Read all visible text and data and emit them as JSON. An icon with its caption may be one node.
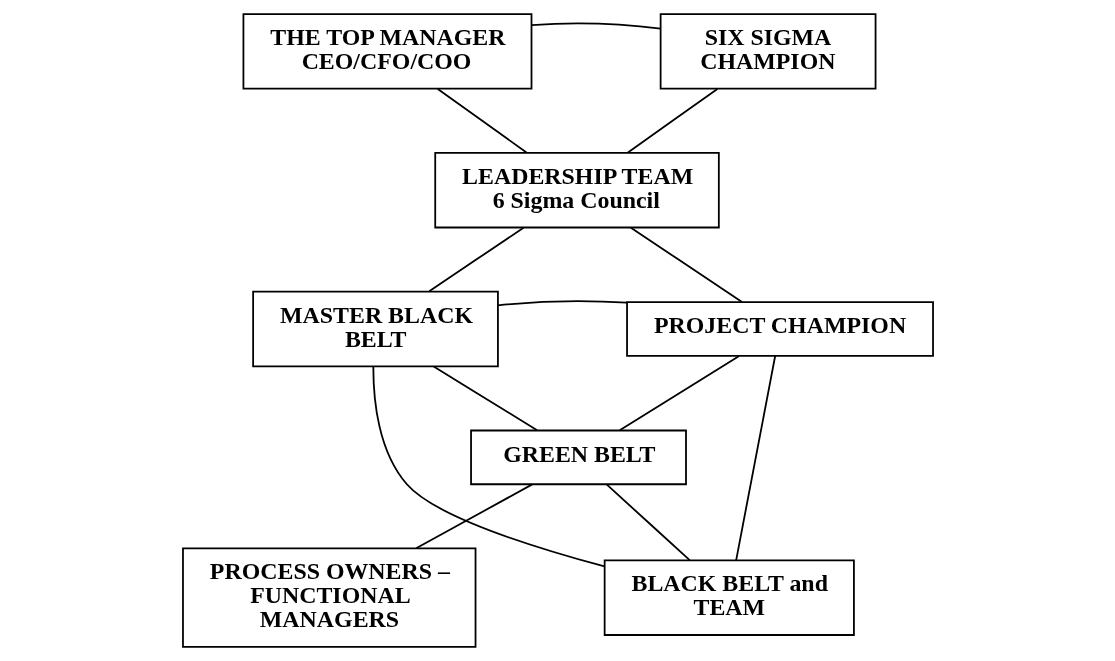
{
  "diagram": {
    "nodes": [
      {
        "text": [
          "THE TOP MANAGER CEO/CFO/COO"
        ]
      },
      {
        "text": [
          "SIX SIGMA CHAMPION"
        ]
      },
      {
        "text": [
          "LEADERSHIP TEAM 6 Sigma Council"
        ]
      },
      {
        "text": [
          "MASTER BLACK BELT"
        ]
      },
      {
        "text": [
          "PROJECT CHAMPION"
        ]
      },
      {
        "text": [
          "GREEN BELT"
        ]
      },
      {
        "text": [
          "PROCESS OWNERS – FUNCTIONAL MANAGERS"
        ]
      },
      {
        "text": [
          "BLACK BELT and TEAM"
        ]
      }
    ],
    "edges": [
      {
        "from": 0,
        "to": 1,
        "arrow": "none"
      },
      {
        "from": 0,
        "to": 2,
        "arrow": "none"
      },
      {
        "from": 1,
        "to": 2,
        "arrow": "none"
      },
      {
        "from": 2,
        "to": 3,
        "arrow": "none"
      },
      {
        "from": 2,
        "to": 4,
        "arrow": "none"
      },
      {
        "from": 3,
        "to": 4,
        "arrow": "none"
      },
      {
        "from": 3,
        "to": 5,
        "arrow": "none"
      },
      {
        "from": 3,
        "to": 7,
        "arrow": "none"
      },
      {
        "from": 4,
        "to": 5,
        "arrow": "none"
      },
      {
        "from": 4,
        "to": 7,
        "arrow": "none"
      },
      {
        "from": 5,
        "to": 7,
        "arrow": "none"
      },
      {
        "from": 5,
        "to": 6,
        "arrow": "none"
      }
    ]
  }
}
